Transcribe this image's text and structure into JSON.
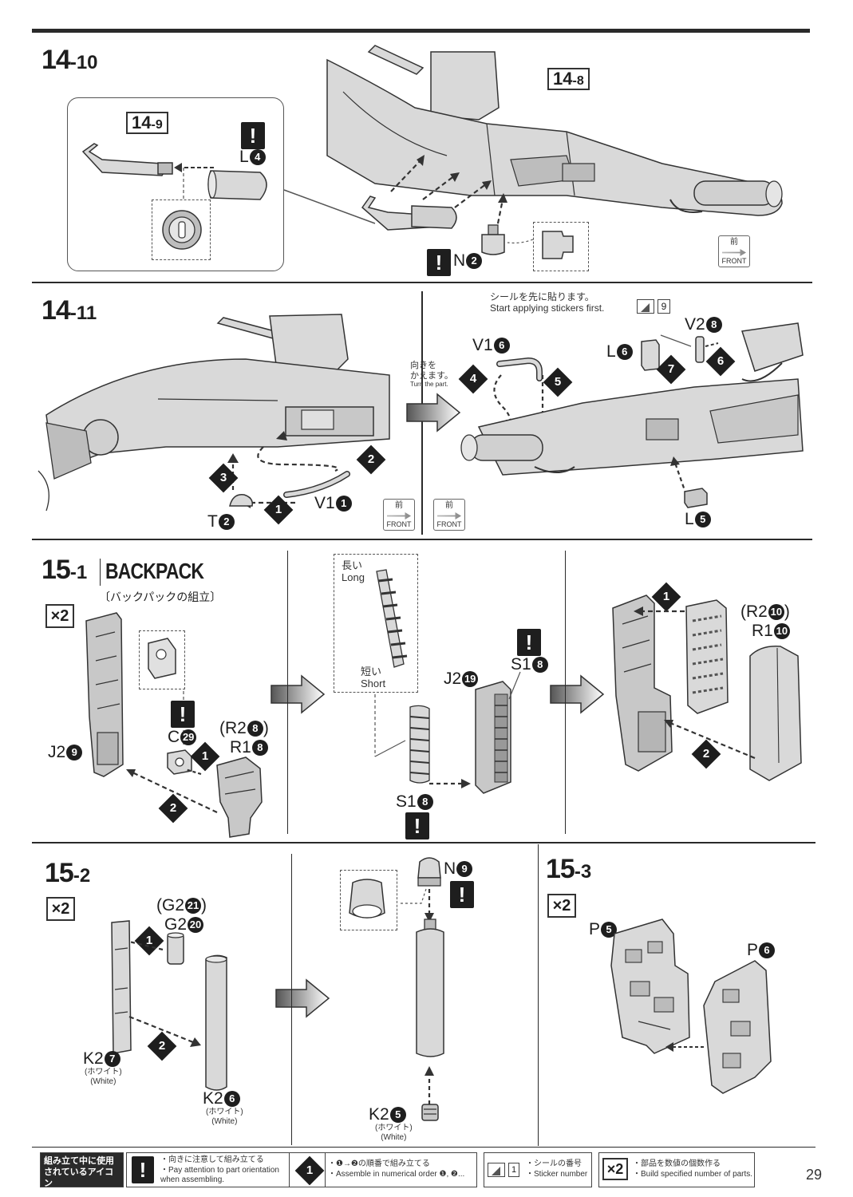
{
  "page_number": "29",
  "steps": {
    "s14_10": {
      "major": "14",
      "minor": "-10"
    },
    "s14_11": {
      "major": "14",
      "minor": "-11"
    },
    "s15_1": {
      "major": "15",
      "minor": "-1",
      "title": "BACKPACK",
      "subtitle": "〔バックパックの組立〕",
      "qty": "×2"
    },
    "s15_2": {
      "major": "15",
      "minor": "-2",
      "qty": "×2"
    },
    "s15_3": {
      "major": "15",
      "minor": "-3",
      "qty": "×2"
    }
  },
  "refs": {
    "r14_9": {
      "major": "14",
      "minor": "-9"
    },
    "r14_8": {
      "major": "14",
      "minor": "-8"
    }
  },
  "labels": {
    "L4": "L",
    "L4n": "4",
    "N2": "N",
    "N2n": "2",
    "V1a": "V1",
    "V1an": "1",
    "T2": "T",
    "T2n": "2",
    "V1b": "V1",
    "V1bn": "6",
    "L6": "L",
    "L6n": "6",
    "V2": "V2",
    "V2n": "8",
    "L5": "L",
    "L5n": "5",
    "J2a": "J2",
    "J2an": "9",
    "C": "C",
    "Cn": "29",
    "R2a": "(R2",
    "R2an": "8",
    "R2aclose": ")",
    "R1a": "R1",
    "R1an": "8",
    "J2b": "J2",
    "J2bn": "19",
    "S1a": "S1",
    "S1an": "8",
    "S1b": "S1",
    "S1bn": "8",
    "R2b": "(R2",
    "R2bn": "10",
    "R2bclose": ")",
    "R1b": "R1",
    "R1bn": "10",
    "G2a": "(G2",
    "G2an": "21",
    "G2aclose": ")",
    "G2b": "G2",
    "G2bn": "20",
    "K2a": "K2",
    "K2an": "7",
    "K2b": "K2",
    "K2bn": "6",
    "N9": "N",
    "N9n": "9",
    "K2c": "K2",
    "K2cn": "5",
    "P5": "P",
    "P5n": "5",
    "P6": "P",
    "P6n": "6",
    "white_jp": "(ホワイト)",
    "white_en": "(White)"
  },
  "notes": {
    "stickers_jp": "シールを先に貼ります。",
    "stickers_en": "Start applying stickers first.",
    "sticker_no": "9",
    "turn_jp1": "向きを",
    "turn_jp2": "かえます。",
    "turn_en": "Turn the part.",
    "long_jp": "長い",
    "long_en": "Long",
    "short_jp": "短い",
    "short_en": "Short",
    "front_jp": "前",
    "front_en": "FRONT"
  },
  "footer": {
    "title_jp1": "組み立て中に使用",
    "title_jp2": "されているアイコン",
    "title_en": "Symbols used in instructions",
    "orient_jp": "・向きに注意して組み立てる",
    "orient_en1": "・Pay attention to part orientation",
    "orient_en2": "  when assembling.",
    "order_jp": "・❶→❷の順番で組み立てる",
    "order_en": "・Assemble in numerical order ❶, ❷...",
    "sticker_jp": "・シールの番号",
    "sticker_en": "・Sticker number",
    "sticker_icon_no": "1",
    "multi_jp": "・部品を数値の個数作る",
    "multi_en": "・Build specified number of parts.",
    "multi_icon": "×2"
  },
  "colors": {
    "part_fill": "#d9d9d9",
    "part_dark": "#b5b5b5",
    "ink": "#1e1e1e"
  }
}
